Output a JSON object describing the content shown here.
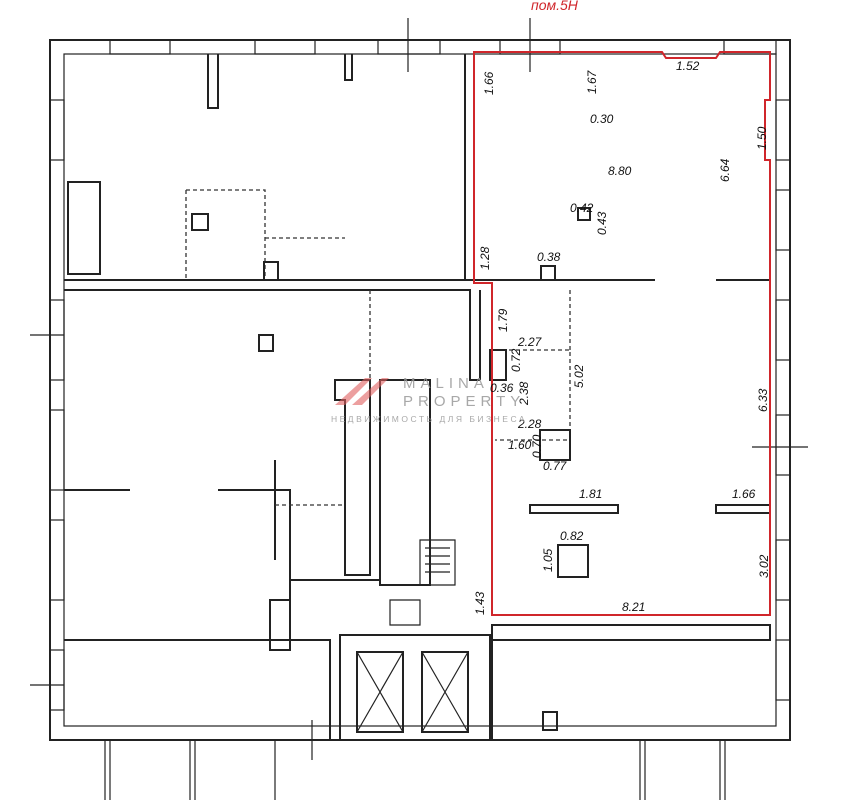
{
  "plan": {
    "unit_label": "пом.5Н",
    "accent_color": "#d0262b",
    "dimensions": {
      "d166": "1.66",
      "d167": "1.67",
      "d152": "1.52",
      "d030": "0.30",
      "d150": "1.50",
      "d880": "8.80",
      "d664": "6.64",
      "d042": "0.42",
      "d043": "0.43",
      "d128": "1.28",
      "d038": "0.38",
      "d179": "1.79",
      "d227": "2.27",
      "d072": "0.72",
      "d502": "5.02",
      "d036": "0.36",
      "d238": "2.38",
      "d228": "2.28",
      "d160": "1.60",
      "d070": "0.70",
      "d077": "0.77",
      "d633": "6.33",
      "d181": "1.81",
      "d166b": "1.66",
      "d082": "0.82",
      "d105": "1.05",
      "d302": "3.02",
      "d821": "8.21",
      "d143": "1.43"
    }
  },
  "watermark": {
    "line1": "MALINA",
    "line2": "PROPERTY",
    "tagline": "НЕДВИЖИМОСТЬ ДЛЯ БИЗНЕСА"
  }
}
